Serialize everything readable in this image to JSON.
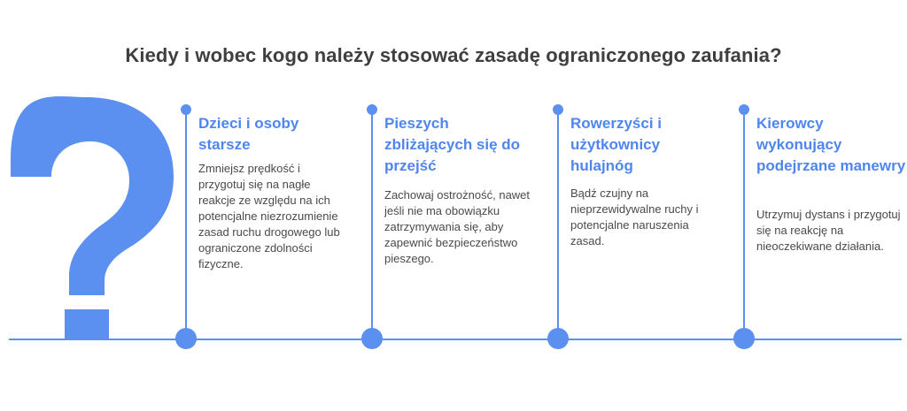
{
  "title": "Kiedy i wobec kogo należy stosować zasadę ograniczonego zaufania?",
  "colors": {
    "accent": "#5b8ff0",
    "heading": "#4f86ee",
    "text": "#4a4a4a",
    "title": "#3f3f3f"
  },
  "icons": {
    "main": "question-mark-icon"
  },
  "items": [
    {
      "heading": "Dzieci i osoby starsze",
      "description": "Zmniejsz prędkość i przygotuj się na nagłe reakcje ze względu na ich potencjalne niezrozumienie zasad ruchu drogowego lub ograniczone zdolności fizyczne."
    },
    {
      "heading": "Pieszych zbliżających się do przejść",
      "description": "Zachowaj ostrożność, nawet jeśli nie ma obowiązku zatrzymywania się, aby zapewnić bezpieczeństwo pieszego."
    },
    {
      "heading": "Rowerzyści i użytkownicy hulajnóg",
      "description": "Bądź czujny na nieprzewidywalne ruchy i potencjalne naruszenia zasad."
    },
    {
      "heading": "Kierowcy wykonujący podejrzane manewry",
      "description": "Utrzymuj dystans i przygotuj się na reakcję na nieoczekiwane działania."
    }
  ]
}
